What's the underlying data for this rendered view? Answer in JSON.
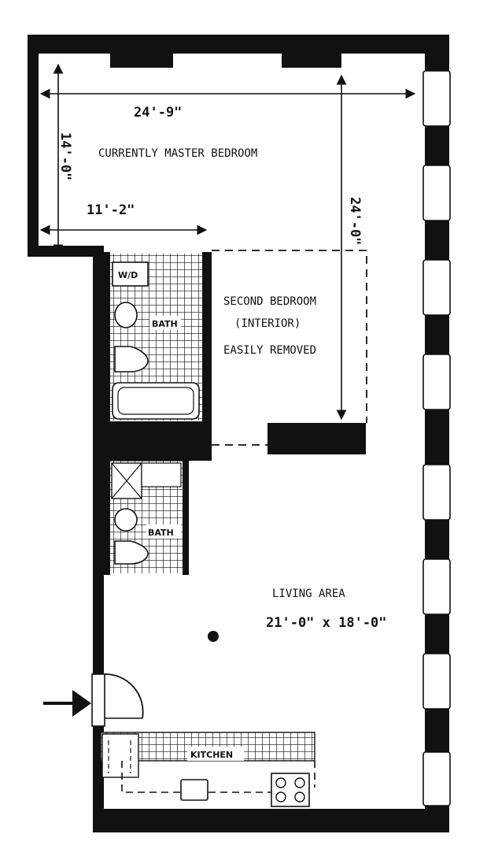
{
  "rooms": {
    "master_bedroom": "CURRENTLY MASTER BEDROOM",
    "second_bedroom_line1": "SECOND BEDROOM",
    "second_bedroom_line2": "(INTERIOR)",
    "second_bedroom_line3": "EASILY REMOVED",
    "living_area": "LIVING AREA",
    "living_area_dims": "21'-0\" x 18'-0\""
  },
  "dimensions": {
    "master_width": "24'-9\"",
    "master_depth": "14'-0\"",
    "master_inner_width": "11'-2\"",
    "overall_depth": "24'-0\""
  },
  "fixtures": {
    "washer_dryer": "W/D",
    "bath_1": "BATH",
    "bath_2": "BATH",
    "kitchen": "KITCHEN"
  },
  "icons": [
    "entry-arrow-icon",
    "column-dot-icon",
    "stove-icon",
    "sink-icon",
    "toilet-icon",
    "tub-icon",
    "shower-icon",
    "door-swing-icon",
    "window-icon"
  ]
}
